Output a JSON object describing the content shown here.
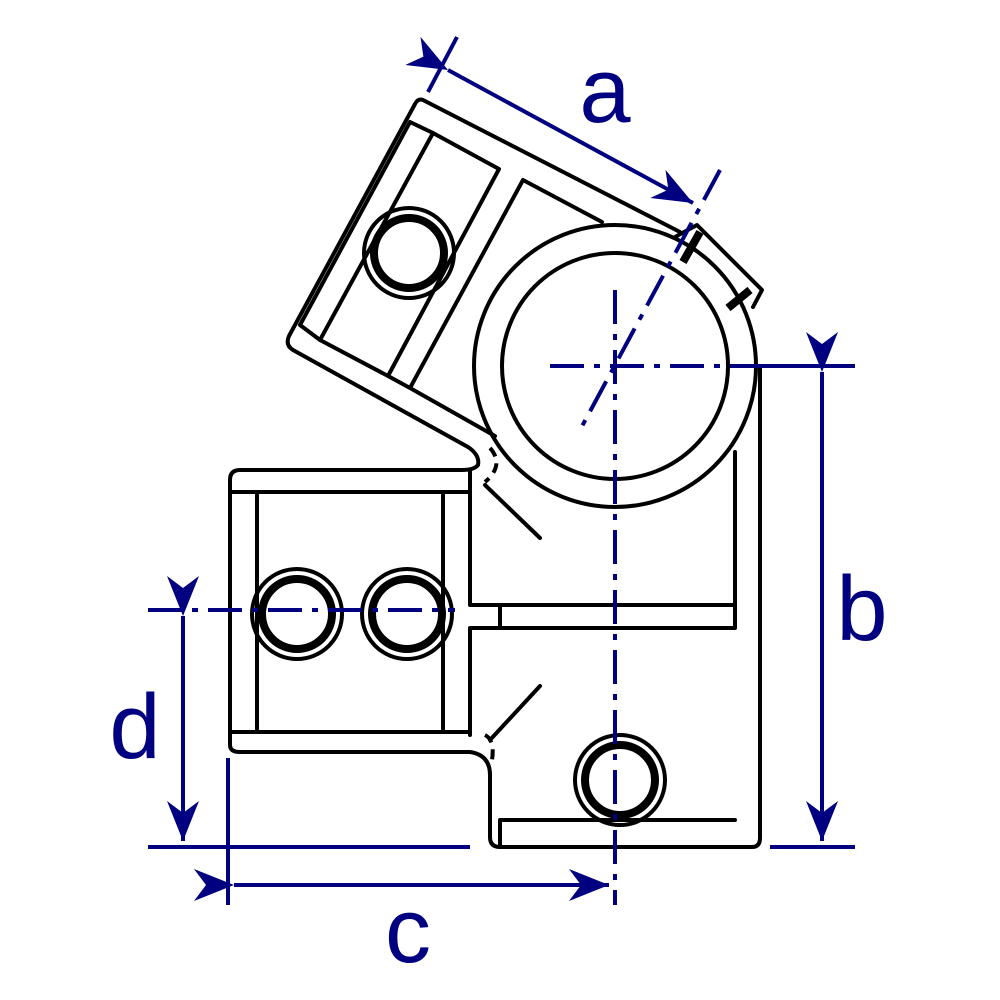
{
  "labels": {
    "a": "a",
    "b": "b",
    "c": "c",
    "d": "d"
  },
  "colors": {
    "dimension": "#000080",
    "outline": "#000000",
    "background": "#ffffff"
  }
}
